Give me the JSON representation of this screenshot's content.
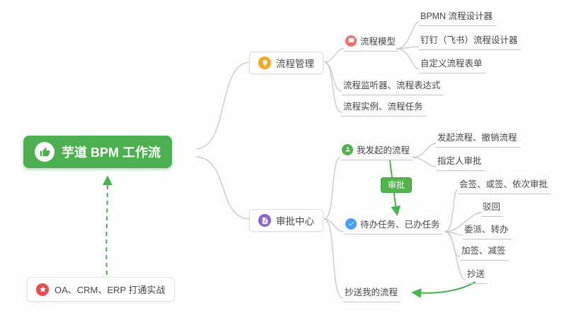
{
  "colors": {
    "root_bg": "#4cb050",
    "line": "#cccccc",
    "green_arrow": "#44b549",
    "underline": "#c4c8cc",
    "badge_bg": "#52b54b",
    "icon_orange": "#f5a623",
    "icon_red": "#f56c6c",
    "icon_purple": "#8a66d9",
    "icon_green": "#52b54b",
    "icon_blue": "#4a9ff5",
    "icon_star_red": "#f04b4b"
  },
  "root": {
    "label": "芋道 BPM 工作流"
  },
  "practice": {
    "label": "OA、CRM、ERP 打通实战"
  },
  "process_mgmt": {
    "label": "流程管理",
    "model": {
      "label": "流程模型"
    },
    "bpmn": {
      "label": "BPMN 流程设计器"
    },
    "dingtalk": {
      "label": "钉钉（飞书）流程设计器"
    },
    "custom_form": {
      "label": "自定义流程表单"
    },
    "listener": {
      "label": "流程监听器、流程表达式"
    },
    "instance": {
      "label": "流程实例、流程任务"
    }
  },
  "approval_center": {
    "label": "审批中心",
    "my_initiated": {
      "label": "我发起的流程"
    },
    "initiate_cancel": {
      "label": "发起流程、撤销流程"
    },
    "designated": {
      "label": "指定人审批"
    },
    "badge": {
      "label": "审批"
    },
    "todo_done": {
      "label": "待办任务、已办任务"
    },
    "countersign": {
      "label": "会签、或签、依次审批"
    },
    "reject": {
      "label": "驳回"
    },
    "delegate": {
      "label": "委派、转办"
    },
    "add_sign": {
      "label": "加签、减签"
    },
    "cc": {
      "label": "抄送"
    },
    "cc_my": {
      "label": "抄送我的流程"
    }
  }
}
